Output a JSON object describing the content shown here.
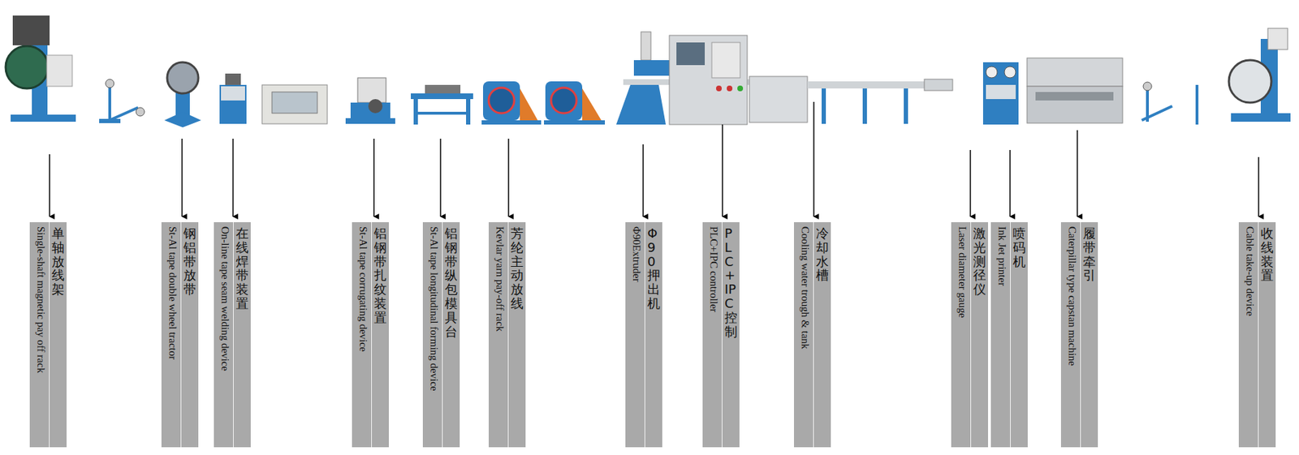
{
  "diagram": {
    "nodes": [
      {
        "text": [
          "单轴放线架",
          "Single-shaft magnetic pay off rack"
        ]
      },
      {
        "text": [
          "钢铝带放带",
          "St-Al tape double wheel tractor"
        ]
      },
      {
        "text": [
          "在线焊带装置",
          "On-line tape seam welding device"
        ]
      },
      {
        "text": [
          "铝钢带扎纹装置",
          "St-Al tape corrugating device"
        ]
      },
      {
        "text": [
          "铝钢带纵包模具台",
          "St-Al tape longitudinal forming device"
        ]
      },
      {
        "text": [
          "芳纶主动放线",
          "Kevlar yarn pay-off rack"
        ]
      },
      {
        "text": [
          "Φ90押出机",
          "Φ90Extruder"
        ]
      },
      {
        "text": [
          "PLC+IPC控制",
          "PLC+IPC controller"
        ]
      },
      {
        "text": [
          "冷却水槽",
          "Cooling water trough & tank"
        ]
      },
      {
        "text": [
          "激光测径仪",
          "Laser diameter gauge"
        ]
      },
      {
        "text": [
          "喷码机",
          "Ink Jet printer"
        ]
      },
      {
        "text": [
          "履带牵引",
          "Caterpillar type capstan machine"
        ]
      },
      {
        "text": [
          "收线装置",
          "Cable take-up device"
        ]
      }
    ]
  }
}
